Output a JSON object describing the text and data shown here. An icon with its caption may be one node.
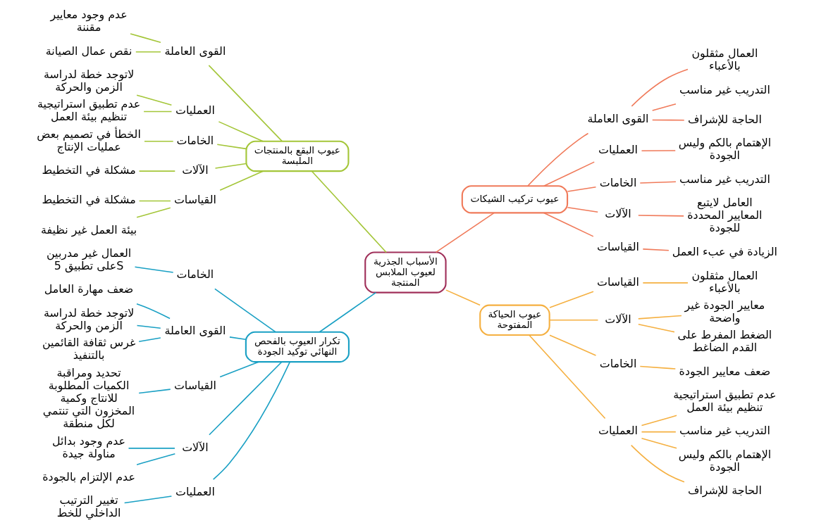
{
  "diagram": {
    "nodes": [
      {
        "text": [
          "الأسباب الجذرية لعيوب الملابس المنتجة"
        ]
      },
      {
        "text": [
          "عيوب البقع بالمنتجات الملبسة"
        ]
      },
      {
        "text": [
          "القوى العاملة"
        ]
      },
      {
        "text": [
          "عدم وجود معايير مقننة"
        ]
      },
      {
        "text": [
          "نقص عمال الصيانة"
        ]
      },
      {
        "text": [
          "العمليات"
        ]
      },
      {
        "text": [
          "لاتوجد خطة لدراسة الزمن والحركة"
        ]
      },
      {
        "text": [
          "عدم تطبيق استراتيجية تنظيم بيئة العمل"
        ]
      },
      {
        "text": [
          "الخامات"
        ]
      },
      {
        "text": [
          "الخطأ في تصميم بعض عمليات الإنتاج"
        ]
      },
      {
        "text": [
          "الآلات"
        ]
      },
      {
        "text": [
          "مشكلة في التخطيط"
        ]
      },
      {
        "text": [
          "القياسات"
        ]
      },
      {
        "text": [
          "مشكلة في التخطيط"
        ]
      },
      {
        "text": [
          "بيئة العمل غير نظيفة"
        ]
      },
      {
        "text": [
          "عيوب تركيب الشيكات"
        ]
      },
      {
        "text": [
          "القوى العاملة"
        ]
      },
      {
        "text": [
          "العمال مثقلون بالأعباء"
        ]
      },
      {
        "text": [
          "التدريب غير مناسب"
        ]
      },
      {
        "text": [
          "الحاجة للإشراف"
        ]
      },
      {
        "text": [
          "العمليات"
        ]
      },
      {
        "text": [
          "الإهتمام بالكم وليس الجودة"
        ]
      },
      {
        "text": [
          "الخامات"
        ]
      },
      {
        "text": [
          "التدريب غير مناسب"
        ]
      },
      {
        "text": [
          "الآلات"
        ]
      },
      {
        "text": [
          "العامل لايتبع المعايير المحددة للجودة"
        ]
      },
      {
        "text": [
          "القياسات"
        ]
      },
      {
        "text": [
          "الزيادة في عبء العمل"
        ]
      },
      {
        "text": [
          "تكرار العيوب بالفحص النهائي توكيد الجودة"
        ]
      },
      {
        "text": [
          "الخامات"
        ]
      },
      {
        "text": [
          "العمال غير مدربين على تطبيق 5S"
        ]
      },
      {
        "text": [
          "القوى العاملة"
        ]
      },
      {
        "text": [
          "ضعف مهارة العامل"
        ]
      },
      {
        "text": [
          "لاتوجد خطة لدراسة الزمن والحركة"
        ]
      },
      {
        "text": [
          "غرس ثقافة القائمين بالتنفيذ"
        ]
      },
      {
        "text": [
          "القياسات"
        ]
      },
      {
        "text": [
          "تحديد ومراقبة الكميات المطلوبة للانتاج وكمية المخزون التي تنتمي لكل منطقة"
        ]
      },
      {
        "text": [
          "الآلات"
        ]
      },
      {
        "text": [
          "عدم وجود بدائل مناولة جيدة"
        ]
      },
      {
        "text": [
          "عدم الإلتزام بالجودة"
        ]
      },
      {
        "text": [
          "العمليات"
        ]
      },
      {
        "text": [
          "تغيير الترتيب الداخلي للخط"
        ]
      },
      {
        "text": [
          "عيوب الحياكة المفتوحة"
        ]
      },
      {
        "text": [
          "القياسات"
        ]
      },
      {
        "text": [
          "العمال مثقلون بالأعباء"
        ]
      },
      {
        "text": [
          "الآلات"
        ]
      },
      {
        "text": [
          "معايير الجودة غير واضحة"
        ]
      },
      {
        "text": [
          "الضغط المفرط على القدم الضاغط"
        ]
      },
      {
        "text": [
          "الخامات"
        ]
      },
      {
        "text": [
          "ضعف معايير الجودة"
        ]
      },
      {
        "text": [
          "العمليات"
        ]
      },
      {
        "text": [
          "عدم تطبيق استراتيجية تنظيم بيئة العمل"
        ]
      },
      {
        "text": [
          "التدريب غير مناسب"
        ]
      },
      {
        "text": [
          "الإهتمام بالكم وليس الجودة"
        ]
      },
      {
        "text": [
          "الحاجة للإشراف"
        ]
      }
    ],
    "edges": [
      {
        "from": 0,
        "to": 1,
        "arrow": "none",
        "color": "#a4c639"
      },
      {
        "from": 1,
        "to": 2,
        "arrow": "none",
        "color": "#a4c639"
      },
      {
        "from": 2,
        "to": 3,
        "arrow": "none",
        "color": "#a4c639"
      },
      {
        "from": 2,
        "to": 4,
        "arrow": "none",
        "color": "#a4c639"
      },
      {
        "from": 1,
        "to": 5,
        "arrow": "none",
        "color": "#a4c639"
      },
      {
        "from": 5,
        "to": 6,
        "arrow": "none",
        "color": "#a4c639"
      },
      {
        "from": 5,
        "to": 7,
        "arrow": "none",
        "color": "#a4c639"
      },
      {
        "from": 1,
        "to": 8,
        "arrow": "none",
        "color": "#a4c639"
      },
      {
        "from": 8,
        "to": 9,
        "arrow": "none",
        "color": "#a4c639"
      },
      {
        "from": 1,
        "to": 10,
        "arrow": "none",
        "color": "#a4c639"
      },
      {
        "from": 10,
        "to": 11,
        "arrow": "none",
        "color": "#a4c639"
      },
      {
        "from": 1,
        "to": 12,
        "arrow": "none",
        "color": "#a4c639"
      },
      {
        "from": 12,
        "to": 13,
        "arrow": "none",
        "color": "#a4c639"
      },
      {
        "from": 12,
        "to": 14,
        "arrow": "none",
        "color": "#a4c639"
      },
      {
        "from": 0,
        "to": 15,
        "arrow": "none",
        "color": "#f07a5a"
      },
      {
        "from": 15,
        "to": 16,
        "arrow": "none",
        "color": "#f07a5a"
      },
      {
        "from": 16,
        "to": 17,
        "arrow": "none",
        "color": "#f07a5a"
      },
      {
        "from": 16,
        "to": 18,
        "arrow": "none",
        "color": "#f07a5a"
      },
      {
        "from": 16,
        "to": 19,
        "arrow": "none",
        "color": "#f07a5a"
      },
      {
        "from": 15,
        "to": 20,
        "arrow": "none",
        "color": "#f07a5a"
      },
      {
        "from": 20,
        "to": 21,
        "arrow": "none",
        "color": "#f07a5a"
      },
      {
        "from": 15,
        "to": 22,
        "arrow": "none",
        "color": "#f07a5a"
      },
      {
        "from": 22,
        "to": 23,
        "arrow": "none",
        "color": "#f07a5a"
      },
      {
        "from": 15,
        "to": 24,
        "arrow": "none",
        "color": "#f07a5a"
      },
      {
        "from": 24,
        "to": 25,
        "arrow": "none",
        "color": "#f07a5a"
      },
      {
        "from": 15,
        "to": 26,
        "arrow": "none",
        "color": "#f07a5a"
      },
      {
        "from": 26,
        "to": 27,
        "arrow": "none",
        "color": "#f07a5a"
      },
      {
        "from": 0,
        "to": 28,
        "arrow": "none",
        "color": "#1aa0c4"
      },
      {
        "from": 28,
        "to": 29,
        "arrow": "none",
        "color": "#1aa0c4"
      },
      {
        "from": 29,
        "to": 30,
        "arrow": "none",
        "color": "#1aa0c4"
      },
      {
        "from": 28,
        "to": 31,
        "arrow": "none",
        "color": "#1aa0c4"
      },
      {
        "from": 31,
        "to": 32,
        "arrow": "none",
        "color": "#1aa0c4"
      },
      {
        "from": 31,
        "to": 33,
        "arrow": "none",
        "color": "#1aa0c4"
      },
      {
        "from": 31,
        "to": 34,
        "arrow": "none",
        "color": "#1aa0c4"
      },
      {
        "from": 28,
        "to": 35,
        "arrow": "none",
        "color": "#1aa0c4"
      },
      {
        "from": 35,
        "to": 36,
        "arrow": "none",
        "color": "#1aa0c4"
      },
      {
        "from": 28,
        "to": 37,
        "arrow": "none",
        "color": "#1aa0c4"
      },
      {
        "from": 37,
        "to": 38,
        "arrow": "none",
        "color": "#1aa0c4"
      },
      {
        "from": 37,
        "to": 39,
        "arrow": "none",
        "color": "#1aa0c4"
      },
      {
        "from": 28,
        "to": 40,
        "arrow": "none",
        "color": "#1aa0c4"
      },
      {
        "from": 40,
        "to": 41,
        "arrow": "none",
        "color": "#1aa0c4"
      },
      {
        "from": 0,
        "to": 42,
        "arrow": "none",
        "color": "#f5b041"
      },
      {
        "from": 42,
        "to": 43,
        "arrow": "none",
        "color": "#f5b041"
      },
      {
        "from": 43,
        "to": 44,
        "arrow": "none",
        "color": "#f5b041"
      },
      {
        "from": 42,
        "to": 45,
        "arrow": "none",
        "color": "#f5b041"
      },
      {
        "from": 45,
        "to": 46,
        "arrow": "none",
        "color": "#f5b041"
      },
      {
        "from": 45,
        "to": 47,
        "arrow": "none",
        "color": "#f5b041"
      },
      {
        "from": 42,
        "to": 48,
        "arrow": "none",
        "color": "#f5b041"
      },
      {
        "from": 48,
        "to": 49,
        "arrow": "none",
        "color": "#f5b041"
      },
      {
        "from": 42,
        "to": 50,
        "arrow": "none",
        "color": "#f5b041"
      },
      {
        "from": 50,
        "to": 51,
        "arrow": "none",
        "color": "#f5b041"
      },
      {
        "from": 50,
        "to": 52,
        "arrow": "none",
        "color": "#f5b041"
      },
      {
        "from": 50,
        "to": 53,
        "arrow": "none",
        "color": "#f5b041"
      },
      {
        "from": 50,
        "to": 54,
        "arrow": "none",
        "color": "#f5b041"
      }
    ]
  }
}
